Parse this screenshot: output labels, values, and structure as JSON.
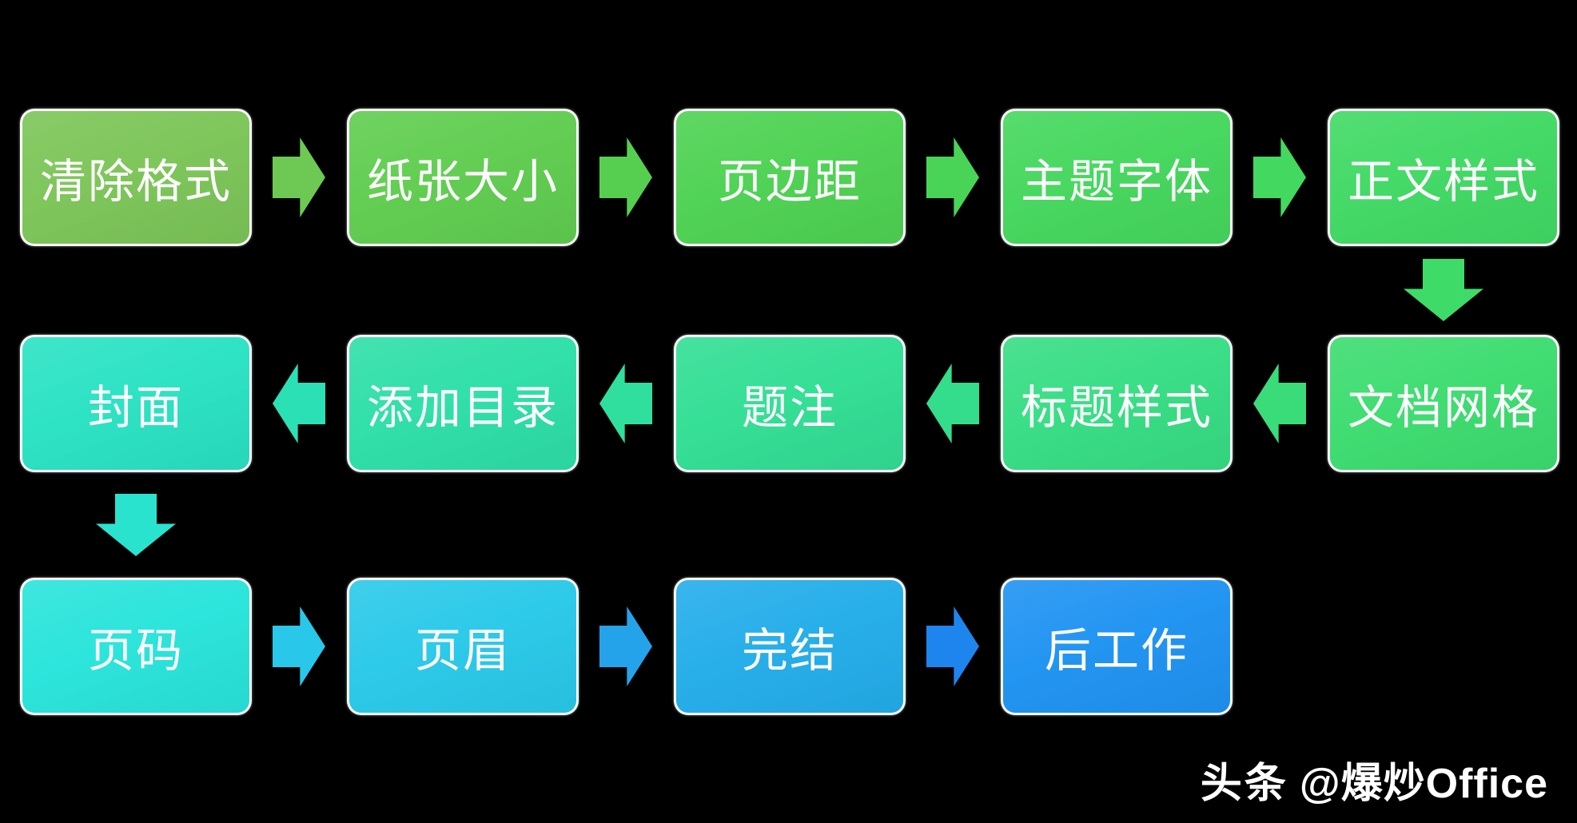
{
  "canvas": {
    "background": "#000000"
  },
  "watermark": {
    "brand": "头条",
    "handle": "@爆炒Office",
    "color": "#FFFFFF"
  },
  "nodes": [
    {
      "id": "clear-formatting",
      "label": "清除格式",
      "color": "#7CC558"
    },
    {
      "id": "paper-size",
      "label": "纸张大小",
      "color": "#60CD50"
    },
    {
      "id": "page-margins",
      "label": "页边距",
      "color": "#4ED253"
    },
    {
      "id": "theme-fonts",
      "label": "主题字体",
      "color": "#45D75D"
    },
    {
      "id": "body-text-style",
      "label": "正文样式",
      "color": "#41D964"
    },
    {
      "id": "document-grid",
      "label": "文档网格",
      "color": "#3DDC70"
    },
    {
      "id": "heading-styles",
      "label": "标题样式",
      "color": "#37DD84"
    },
    {
      "id": "captions",
      "label": "题注",
      "color": "#32DE94"
    },
    {
      "id": "add-toc",
      "label": "添加目录",
      "color": "#2EDFA7"
    },
    {
      "id": "cover",
      "label": "封面",
      "color": "#2AE2C3"
    },
    {
      "id": "page-numbers",
      "label": "页码",
      "color": "#29E4DB"
    },
    {
      "id": "page-header",
      "label": "页眉",
      "color": "#2AC9E9"
    },
    {
      "id": "finish",
      "label": "完结",
      "color": "#24ADEA"
    },
    {
      "id": "post-work",
      "label": "后工作",
      "color": "#1F93F2"
    }
  ],
  "arrows": [
    {
      "from": "清除格式",
      "to": "纸张大小",
      "direction": "right",
      "color": "#6DC953"
    },
    {
      "from": "纸张大小",
      "to": "页边距",
      "direction": "right",
      "color": "#56CF51"
    },
    {
      "from": "页边距",
      "to": "主题字体",
      "direction": "right",
      "color": "#49D458"
    },
    {
      "from": "主题字体",
      "to": "正文样式",
      "direction": "right",
      "color": "#43D860"
    },
    {
      "from": "正文样式",
      "to": "文档网格",
      "direction": "down",
      "color": "#3FDB69"
    },
    {
      "from": "文档网格",
      "to": "标题样式",
      "direction": "left",
      "color": "#3ADC7A"
    },
    {
      "from": "标题样式",
      "to": "题注",
      "direction": "left",
      "color": "#34DD8B"
    },
    {
      "from": "题注",
      "to": "添加目录",
      "direction": "left",
      "color": "#30DF9D"
    },
    {
      "from": "添加目录",
      "to": "封面",
      "direction": "left",
      "color": "#2CE0B5"
    },
    {
      "from": "封面",
      "to": "页码",
      "direction": "down",
      "color": "#29E3CF"
    },
    {
      "from": "页码",
      "to": "页眉",
      "direction": "right",
      "color": "#29C7E9"
    },
    {
      "from": "页眉",
      "to": "完结",
      "direction": "right",
      "color": "#25A3EA"
    },
    {
      "from": "完结",
      "to": "后工作",
      "direction": "right",
      "color": "#1E85EE"
    }
  ]
}
